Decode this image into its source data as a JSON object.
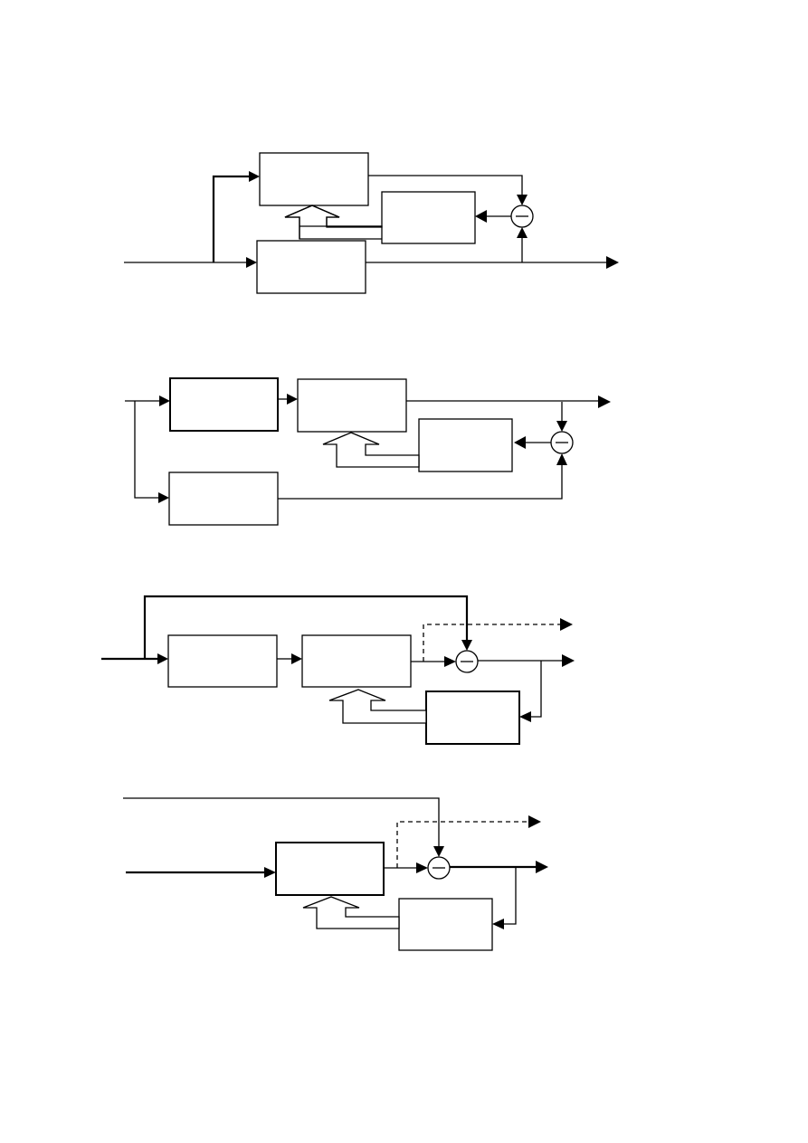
{
  "figure": {
    "panels": [
      {
        "id": "panel-1",
        "blocks": 3,
        "summing_junctions": 1,
        "adaptation_arrows": 1
      },
      {
        "id": "panel-2",
        "blocks": 4,
        "summing_junctions": 1,
        "adaptation_arrows": 1
      },
      {
        "id": "panel-3",
        "blocks": 3,
        "summing_junctions": 1,
        "adaptation_arrows": 1,
        "dashed_outputs": 1
      },
      {
        "id": "panel-4",
        "blocks": 2,
        "summing_junctions": 1,
        "adaptation_arrows": 1,
        "dashed_outputs": 1
      }
    ],
    "junction_symbol": "minus-sign",
    "colors": {
      "line": "#000000",
      "background": "#ffffff"
    }
  }
}
